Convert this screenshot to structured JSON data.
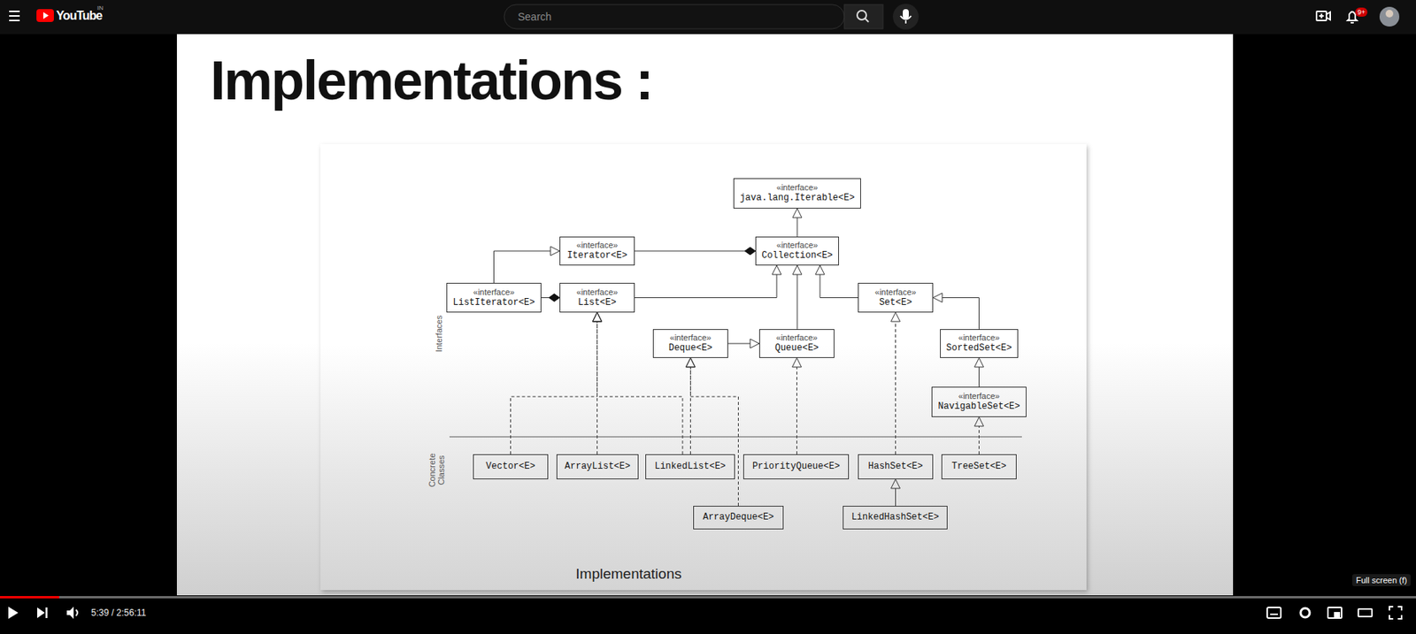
{
  "diagram": {
    "title": "Implementations :",
    "caption": "Implementations",
    "nodes": [
      {
        "text": [
          "«interface»",
          "java.lang.Iterable<E>"
        ]
      },
      {
        "text": [
          "«interface»",
          "Iterator<E>"
        ]
      },
      {
        "text": [
          "«interface»",
          "Collection<E>"
        ]
      },
      {
        "text": [
          "«interface»",
          "ListIterator<E>"
        ]
      },
      {
        "text": [
          "«interface»",
          "List<E>"
        ]
      },
      {
        "text": [
          "«interface»",
          "Set<E>"
        ]
      },
      {
        "text": [
          "«interface»",
          "Deque<E>"
        ]
      },
      {
        "text": [
          "«interface»",
          "Queue<E>"
        ]
      },
      {
        "text": [
          "«interface»",
          "SortedSet<E>"
        ]
      },
      {
        "text": [
          "«interface»",
          "NavigableSet<E>"
        ]
      },
      {
        "text": [
          "Vector<E>"
        ]
      },
      {
        "text": [
          "ArrayList<E>"
        ]
      },
      {
        "text": [
          "LinkedList<E>"
        ]
      },
      {
        "text": [
          "PriorityQueue<E>"
        ]
      },
      {
        "text": [
          "HashSet<E>"
        ]
      },
      {
        "text": [
          "TreeSet<E>"
        ]
      },
      {
        "text": [
          "ArrayDeque<E>"
        ]
      },
      {
        "text": [
          "LinkedHashSet<E>"
        ]
      }
    ],
    "edges": [
      {
        "from": 2,
        "to": 0,
        "arrow": "to"
      },
      {
        "from": 1,
        "to": 2,
        "arrow": "to"
      },
      {
        "from": 3,
        "to": 1,
        "arrow": "to"
      },
      {
        "from": 3,
        "to": 4,
        "arrow": "to"
      },
      {
        "from": 4,
        "to": 2,
        "arrow": "to"
      },
      {
        "from": 5,
        "to": 2,
        "arrow": "to"
      },
      {
        "from": 7,
        "to": 2,
        "arrow": "to"
      },
      {
        "from": 6,
        "to": 7,
        "arrow": "to"
      },
      {
        "from": 8,
        "to": 5,
        "arrow": "to"
      },
      {
        "from": 9,
        "to": 8,
        "arrow": "to"
      },
      {
        "from": 10,
        "to": 4,
        "arrow": "to"
      },
      {
        "from": 11,
        "to": 4,
        "arrow": "to"
      },
      {
        "from": 12,
        "to": 4,
        "arrow": "to"
      },
      {
        "from": 12,
        "to": 6,
        "arrow": "to"
      },
      {
        "from": 16,
        "to": 6,
        "arrow": "to"
      },
      {
        "from": 13,
        "to": 7,
        "arrow": "to"
      },
      {
        "from": 14,
        "to": 5,
        "arrow": "to"
      },
      {
        "from": 15,
        "to": 9,
        "arrow": "to"
      },
      {
        "from": 17,
        "to": 14,
        "arrow": "to"
      }
    ],
    "labels": [
      "YouTube",
      "IN",
      "Search",
      "9+",
      "Interfaces",
      "Concrete Classes",
      "5:39 / 2:56:11",
      "Full screen (f)"
    ]
  }
}
